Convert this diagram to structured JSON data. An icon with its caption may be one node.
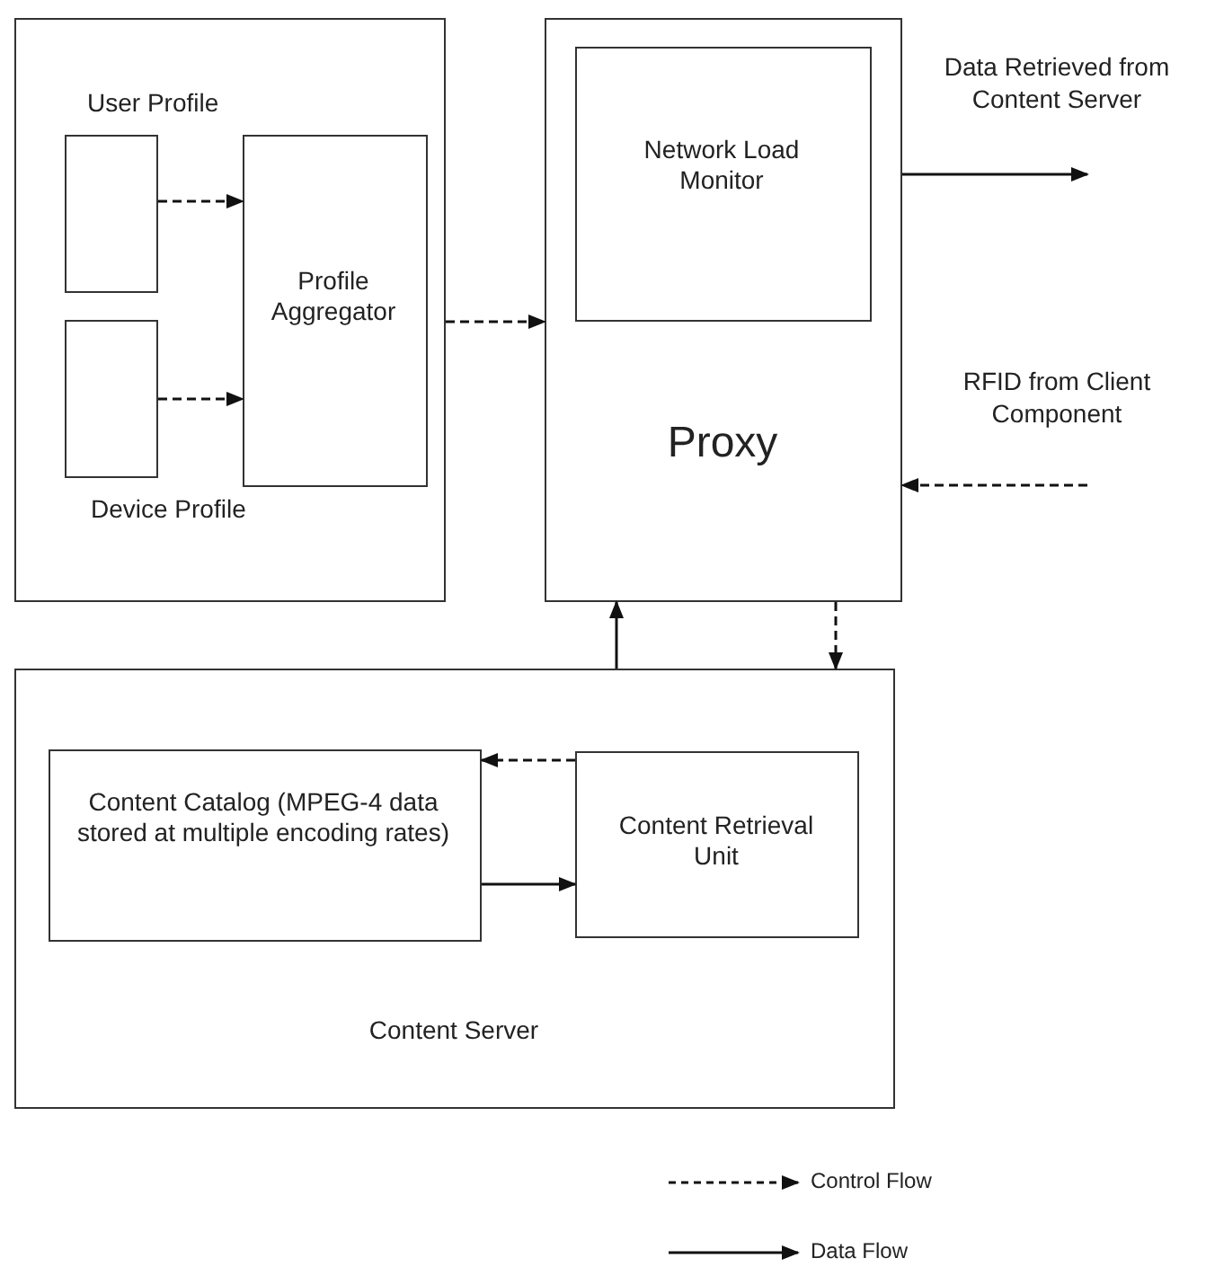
{
  "diagram": {
    "nodes": [
      {
        "text": [],
        "shape": "box"
      },
      {
        "text": [
          "User Profile"
        ],
        "in": 0
      },
      {
        "text": [
          "Device Profile"
        ],
        "in": 0
      },
      {
        "text": [
          "Profile Aggregator"
        ],
        "in": 0
      },
      {
        "text": [
          "Proxy"
        ]
      },
      {
        "text": [
          "Network Load Monitor"
        ],
        "in": 4
      },
      {
        "text": [
          "Content Server"
        ]
      },
      {
        "text": [
          "Content Catalog (MPEG-4 data stored at multiple encoding rates)"
        ],
        "in": 6
      },
      {
        "text": [
          "Content Retrieval Unit"
        ],
        "in": 6
      }
    ],
    "edges": [
      {
        "from": 1,
        "to": 3,
        "arrow": "to",
        "style": "dashed"
      },
      {
        "from": 2,
        "to": 3,
        "arrow": "to",
        "style": "dashed"
      },
      {
        "from": 0,
        "to": 4,
        "arrow": "to",
        "style": "dashed"
      },
      {
        "from": 4,
        "to": null,
        "arrow": "to",
        "label": "Data Retrieved from Content Server"
      },
      {
        "from": null,
        "to": 4,
        "arrow": "to",
        "style": "dashed",
        "label": "RFID from Client Component"
      },
      {
        "from": 6,
        "to": 4,
        "arrow": "to"
      },
      {
        "from": 4,
        "to": 6,
        "arrow": "to",
        "style": "dashed"
      },
      {
        "from": 8,
        "to": 7,
        "arrow": "to",
        "style": "dashed"
      },
      {
        "from": 7,
        "to": 8,
        "arrow": "to"
      }
    ],
    "legend": [
      {
        "text": "Control Flow"
      },
      {
        "text": "Data Flow"
      }
    ]
  }
}
